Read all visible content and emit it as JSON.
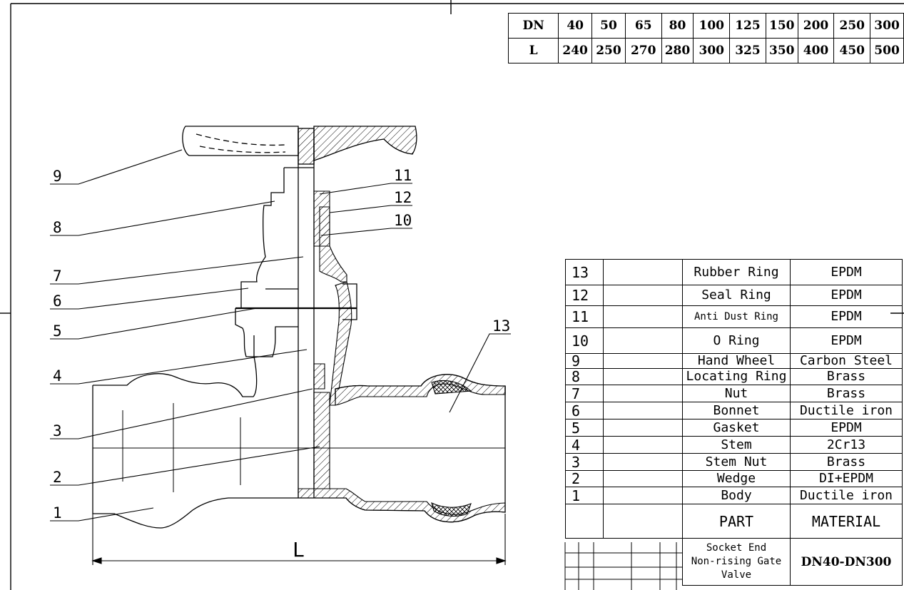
{
  "dimension_table": {
    "dn_header": "DN",
    "l_header": "L",
    "dn": [
      "40",
      "50",
      "65",
      "80",
      "100",
      "125",
      "150",
      "200",
      "250",
      "300"
    ],
    "l": [
      "240",
      "250",
      "270",
      "280",
      "300",
      "325",
      "350",
      "400",
      "450",
      "500"
    ]
  },
  "callouts": [
    "1",
    "2",
    "3",
    "4",
    "5",
    "6",
    "7",
    "8",
    "9",
    "10",
    "11",
    "12",
    "13"
  ],
  "length_label": "L",
  "parts": [
    {
      "no": "13",
      "part": "Rubber Ring",
      "material": "EPDM"
    },
    {
      "no": "12",
      "part": "Seal Ring",
      "material": "EPDM"
    },
    {
      "no": "11",
      "part": "Anti Dust Ring",
      "material": "EPDM"
    },
    {
      "no": "10",
      "part": "O Ring",
      "material": "EPDM"
    },
    {
      "no": "9",
      "part": "Hand Wheel",
      "material": "Carbon Steel"
    },
    {
      "no": "8",
      "part": "Locating Ring",
      "material": "Brass"
    },
    {
      "no": "7",
      "part": "Nut",
      "material": "Brass"
    },
    {
      "no": "6",
      "part": "Bonnet",
      "material": "Ductile iron"
    },
    {
      "no": "5",
      "part": "Gasket",
      "material": "EPDM"
    },
    {
      "no": "4",
      "part": "Stem",
      "material": "2Cr13"
    },
    {
      "no": "3",
      "part": "Stem Nut",
      "material": "Brass"
    },
    {
      "no": "2",
      "part": "Wedge",
      "material": "DI+EPDM"
    },
    {
      "no": "1",
      "part": "Body",
      "material": "Ductile iron"
    }
  ],
  "bom_header": {
    "part": "PART",
    "material": "MATERIAL"
  },
  "title_block": {
    "line1": "Socket End",
    "line2": "Non-rising Gate",
    "line3": "Valve",
    "code": "DN40-DN300"
  }
}
